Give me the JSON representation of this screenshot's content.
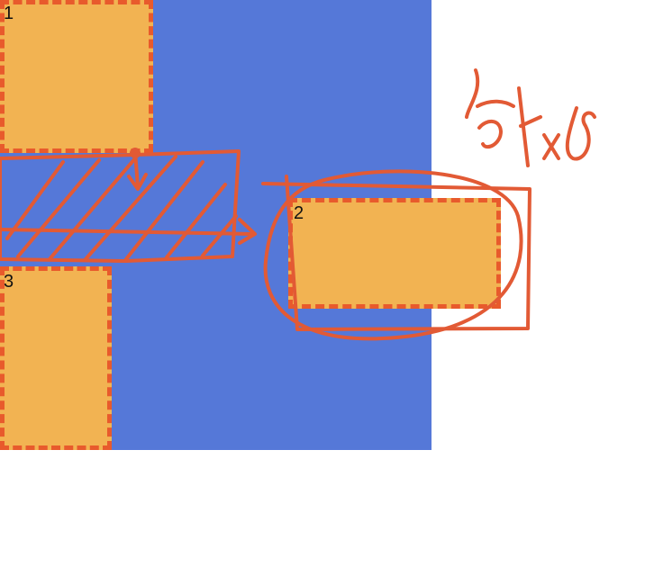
{
  "colors": {
    "canvas": "#5578d8",
    "box_fill": "#f2b352",
    "box_border": "#e85a2c",
    "ink": "#e25a35",
    "background": "#ffffff"
  },
  "boxes": [
    {
      "label": "1"
    },
    {
      "label": "2"
    },
    {
      "label": "3"
    }
  ],
  "annotation": {
    "handwritten_text": "회전"
  }
}
